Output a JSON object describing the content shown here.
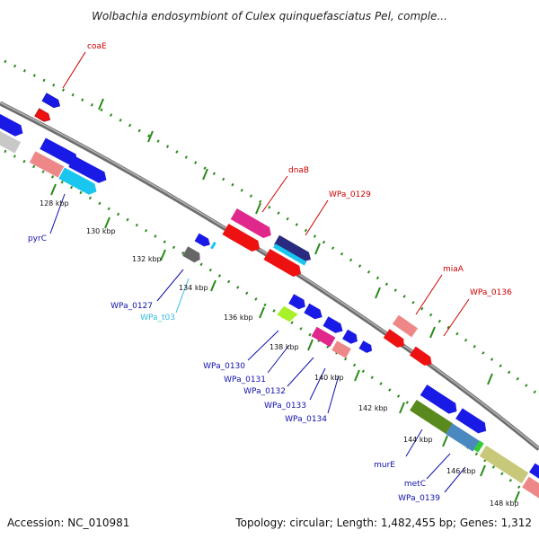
{
  "title": "Wolbachia endosymbiont of Culex quinquefasciatus Pel, comple...",
  "footer": {
    "accession": "Accession: NC_010981",
    "summary": "Topology: circular; Length: 1,482,455 bp; Genes: 1,312"
  },
  "ticks": [
    "128 kbp",
    "130 kbp",
    "132 kbp",
    "134 kbp",
    "136 kbp",
    "138 kbp",
    "140 kbp",
    "142 kbp",
    "144 kbp",
    "146 kbp",
    "148 kbp"
  ],
  "gene_labels": {
    "coaE": "coaE",
    "pyrC": "pyrC",
    "dnaB": "dnaB",
    "WPa_0129": "WPa_0129",
    "WPa_0127": "WPa_0127",
    "WPa_t03": "WPa_t03",
    "miaA": "miaA",
    "WPa_0136": "WPa_0136",
    "WPa_0130": "WPa_0130",
    "WPa_0131": "WPa_0131",
    "WPa_0132": "WPa_0132",
    "WPa_0133": "WPa_0133",
    "WPa_0134": "WPa_0134",
    "murE": "murE",
    "metC": "metC",
    "WPa_0139": "WPa_0139"
  },
  "colors": {
    "backbone": "#8c8c8c",
    "dotted_track": "#2a8a1a",
    "forward_label": "#cc0000",
    "reverse_label": "#1010aa",
    "trna_label": "#33bbdd",
    "blue_feature": "#1a1ae6",
    "red_feature": "#ee1111",
    "pink_feature": "#ee8888",
    "magenta_feature": "#e0288c",
    "cyan_feature": "#19c6ee",
    "navy_feature": "#2a2a80",
    "olive_feature": "#5a8a1e",
    "steel_feature": "#4a88c0",
    "khaki_feature": "#c8c87a",
    "lime_feature": "#a8f028",
    "grey_feature": "#666666",
    "silver_feature": "#c8c8c8"
  }
}
